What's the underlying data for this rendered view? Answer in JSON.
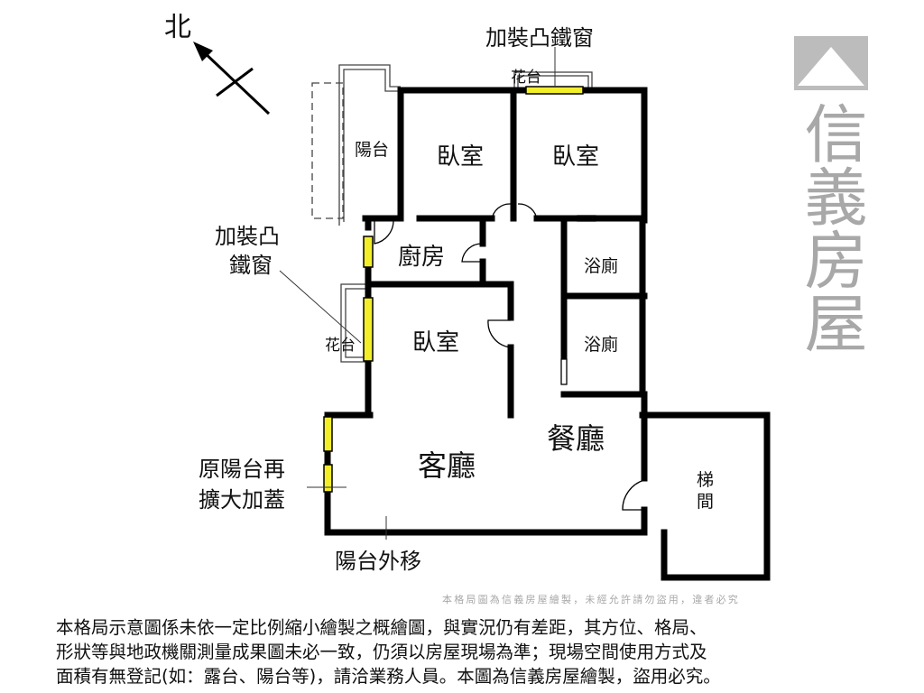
{
  "compass": {
    "north": "北"
  },
  "rooms": {
    "balcony": "陽台",
    "bedroom_1": "臥室",
    "bedroom_2": "臥室",
    "bedroom_3": "臥室",
    "kitchen": "廚房",
    "bathroom_1": "浴廁",
    "bathroom_2": "浴廁",
    "flower_top": "花台",
    "flower_left": "花台",
    "living": "客廳",
    "dining": "餐廳",
    "stair_1": "梯",
    "stair_2": "間"
  },
  "annotations": {
    "top_window": "加裝凸鐵窗",
    "left_window_1": "加裝凸",
    "left_window_2": "鐵窗",
    "extended_1": "原陽台再",
    "extended_2": "擴大加蓋",
    "moved": "陽台外移"
  },
  "watermark": {
    "brand": "信義房屋",
    "notice": "本格局圖為信義房屋繪製，未經允許請勿盜用，違者必究"
  },
  "disclaimer": [
    "本格局示意圖係未依一定比例縮小繪製之概繪圖，與實況仍有差距，其方位、格局、",
    "形狀等與地政機關測量成果圖未必一致，仍須以房屋現場為準；現場空間使用方式及",
    "面積有無登記(如：露台、陽台等)，請洽業務人員。本圖為信義房屋繪製，盜用必究。"
  ],
  "colors": {
    "wall": "#000000",
    "window": "#f2ee2a",
    "watermark": "#a8a8a8"
  }
}
